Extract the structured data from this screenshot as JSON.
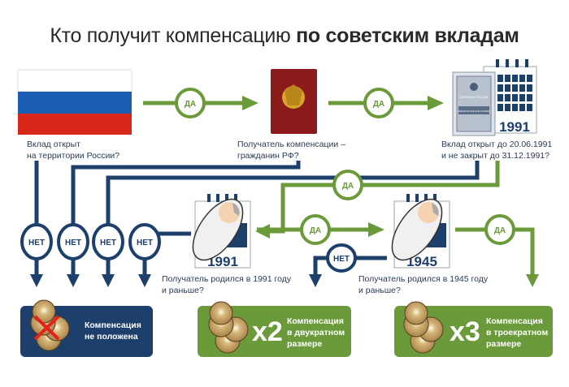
{
  "title": {
    "regular": "Кто получит компенсацию ",
    "bold": "по советским вкладам"
  },
  "questions": {
    "q1": [
      "Вклад открыт",
      "на территории России?"
    ],
    "q2": [
      "Получатель компенсации –",
      "гражданин РФ?"
    ],
    "q3": [
      "Вклад открыт до 20.06.1991",
      "и не закрыт до 31.12.1991?"
    ],
    "q4": [
      "Получатель родился в 1991 году",
      "и раньше?"
    ],
    "q5": [
      "Получатель родился в 1945 году",
      "и раньше?"
    ]
  },
  "labels": {
    "yes": "ДА",
    "no": "НЕТ"
  },
  "calendar_years": {
    "first": "1991",
    "second": "1991",
    "third": "1945"
  },
  "savings_book": {
    "bank": "СБЕРБАНК РОССИИ",
    "book": "СБЕРЕГАТЕЛЬНАЯ КНИЖКА"
  },
  "outcomes": [
    {
      "multiplier": "",
      "lines": [
        "Компенсация",
        "не положена"
      ]
    },
    {
      "multiplier": "x2",
      "lines": [
        "Компенсация",
        "в двукратном",
        "размере"
      ]
    },
    {
      "multiplier": "x3",
      "lines": [
        "Компенсация",
        "в троекратном",
        "размере"
      ]
    }
  ],
  "colors": {
    "navy": "#1c3f6b",
    "green": "#6b9a3a",
    "red_flag": "#d62718",
    "blue_flag": "#1a5fb4",
    "passport": "#8b1a1a"
  }
}
